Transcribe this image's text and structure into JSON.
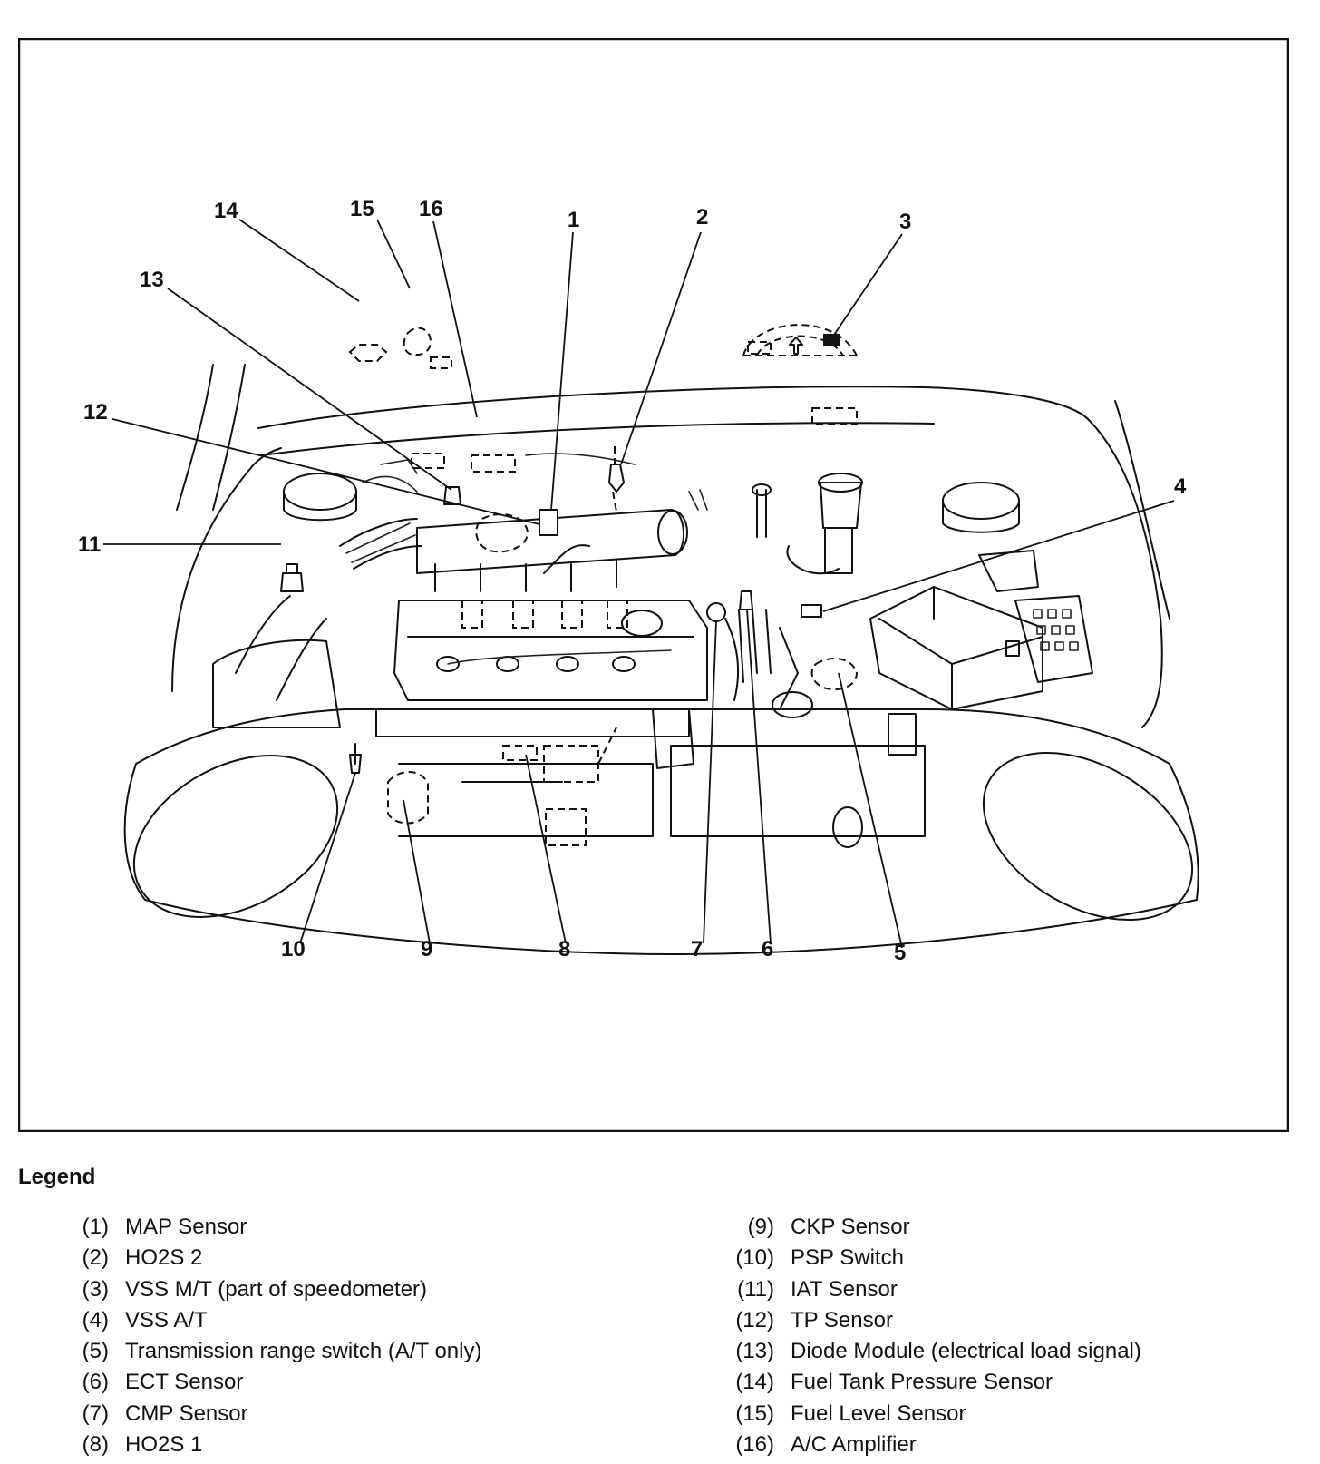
{
  "diagram": {
    "callouts": [
      "1",
      "2",
      "3",
      "4",
      "5",
      "6",
      "7",
      "8",
      "9",
      "10",
      "11",
      "12",
      "13",
      "14",
      "15",
      "16"
    ]
  },
  "legend": {
    "title": "Legend",
    "left_items": [
      {
        "num": "(1)",
        "label": "MAP Sensor"
      },
      {
        "num": "(2)",
        "label": "HO2S 2"
      },
      {
        "num": "(3)",
        "label": "VSS M/T (part of speedometer)"
      },
      {
        "num": "(4)",
        "label": "VSS A/T"
      },
      {
        "num": "(5)",
        "label": "Transmission range switch (A/T only)"
      },
      {
        "num": "(6)",
        "label": "ECT Sensor"
      },
      {
        "num": "(7)",
        "label": "CMP Sensor"
      },
      {
        "num": "(8)",
        "label": "HO2S 1"
      }
    ],
    "right_items": [
      {
        "num": "(9)",
        "label": "CKP Sensor"
      },
      {
        "num": "(10)",
        "label": "PSP Switch"
      },
      {
        "num": "(11)",
        "label": "IAT Sensor"
      },
      {
        "num": "(12)",
        "label": "TP Sensor"
      },
      {
        "num": "(13)",
        "label": "Diode Module (electrical load signal)"
      },
      {
        "num": "(14)",
        "label": "Fuel Tank Pressure Sensor"
      },
      {
        "num": "(15)",
        "label": "Fuel Level Sensor"
      },
      {
        "num": "(16)",
        "label": "A/C Amplifier"
      }
    ]
  }
}
